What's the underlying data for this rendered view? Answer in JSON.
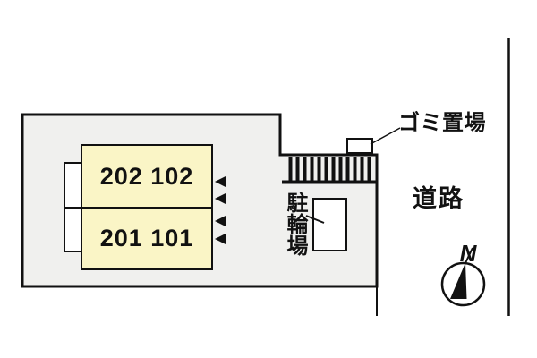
{
  "plan": {
    "units": [
      {
        "label": "202 102"
      },
      {
        "label": "201 101"
      }
    ],
    "garbage_label": "ゴミ置場",
    "road_label": "道路",
    "bicycle_label": "駐輪場",
    "compass_north_label": "N",
    "colors": {
      "unit_fill": "#FAF5C6",
      "site_fill": "#F0F0EE",
      "line": "#111111",
      "background": "#FFFFFF"
    }
  }
}
